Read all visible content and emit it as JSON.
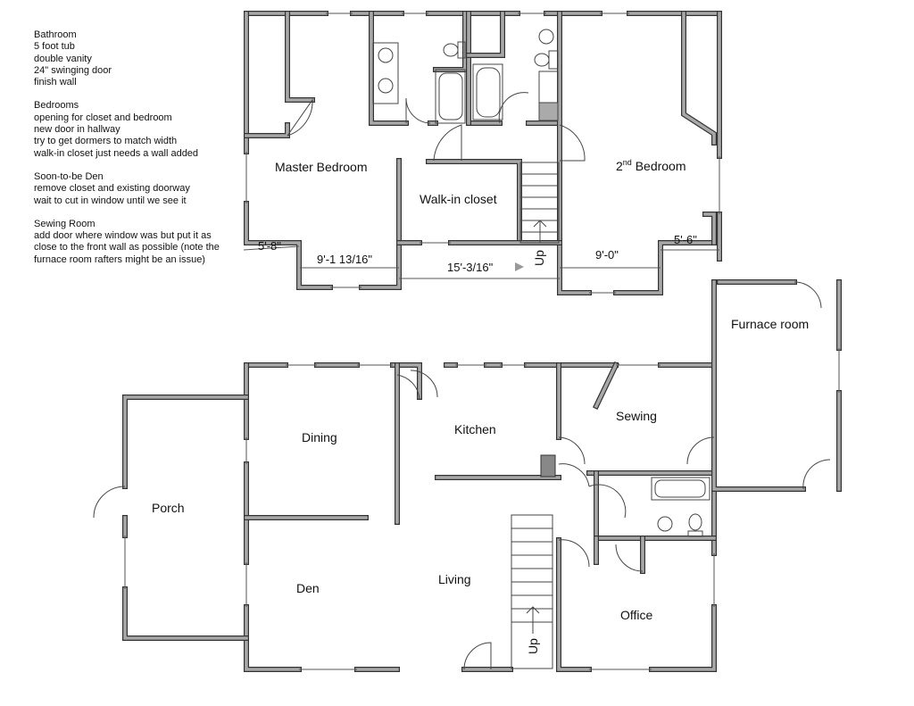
{
  "notes": [
    {
      "title": "Bathroom",
      "lines": [
        "5 foot tub",
        "double vanity",
        "24\" swinging door",
        "finish wall"
      ]
    },
    {
      "title": "Bedrooms",
      "lines": [
        "opening for closet and bedroom",
        "new door in hallway",
        "try to get dormers to match width",
        "walk-in closet just needs a wall added"
      ]
    },
    {
      "title": "Soon-to-be Den",
      "lines": [
        "remove closet and existing doorway",
        "wait to cut in window until we see it"
      ]
    },
    {
      "title": "Sewing Room",
      "lines": [
        "add door where window was but put it as",
        "close to the front wall as possible (note the",
        "furnace room rafters might be an issue)"
      ]
    }
  ],
  "upper_floor": {
    "rooms": {
      "master": "Master Bedroom",
      "closet": "Walk-in closet",
      "second_pre": "2",
      "second_sup": "nd",
      "second_post": " Bedroom"
    },
    "stairs_label": "Up",
    "dimensions": {
      "d1": "5'-8\"",
      "d2": "9'-1 13/16\"",
      "d3": "15'-3/16\"",
      "d4": "9'-0\"",
      "d5": "5'-6\""
    }
  },
  "lower_floor": {
    "rooms": {
      "furnace": "Furnace room",
      "dining": "Dining",
      "kitchen": "Kitchen",
      "sewing": "Sewing",
      "porch": "Porch",
      "den": "Den",
      "living": "Living",
      "office": "Office"
    },
    "stairs_label": "Up"
  }
}
